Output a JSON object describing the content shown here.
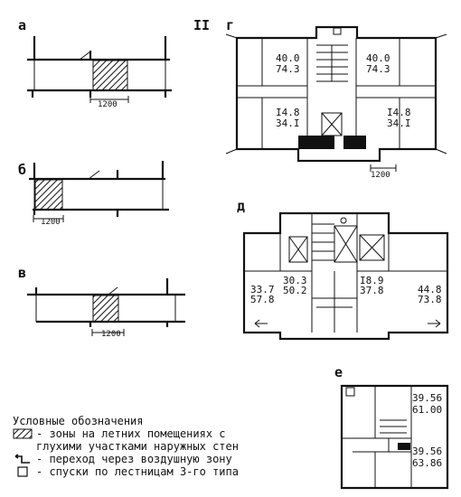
{
  "figure_label": "II",
  "panels": {
    "a": {
      "label": "а",
      "dim": "1200"
    },
    "b": {
      "label": "б",
      "dim": "1200"
    },
    "v": {
      "label": "в",
      "dim": "1200"
    },
    "g": {
      "label": "г",
      "dim": "1200",
      "areas": [
        [
          "40.0",
          "74.3"
        ],
        [
          "40.0",
          "74.3"
        ],
        [
          "I4.8",
          "34.I"
        ],
        [
          "I4.8",
          "34.I"
        ]
      ]
    },
    "d": {
      "label": "д",
      "areas": [
        [
          "33.7",
          "57.8"
        ],
        [
          "30.3",
          "50.2"
        ],
        [
          "I8.9",
          "37.8"
        ],
        [
          "44.8",
          "73.8"
        ]
      ]
    },
    "e": {
      "label": "е",
      "areas": [
        [
          "39.56",
          "61.00"
        ],
        [
          "39.56",
          "63.86"
        ]
      ]
    }
  },
  "legend": {
    "title": "Условные обозначения",
    "items": [
      {
        "icon": "hatched-zone-icon",
        "text": "- зоны на летних помещениях с"
      },
      {
        "icon": "",
        "text": "глухими участками наружных стен"
      },
      {
        "icon": "hook-arrow-icon",
        "text": "- переход через воздушную зону"
      },
      {
        "icon": "square-icon",
        "text": "- спуски по лестницам 3-го типа"
      }
    ]
  }
}
